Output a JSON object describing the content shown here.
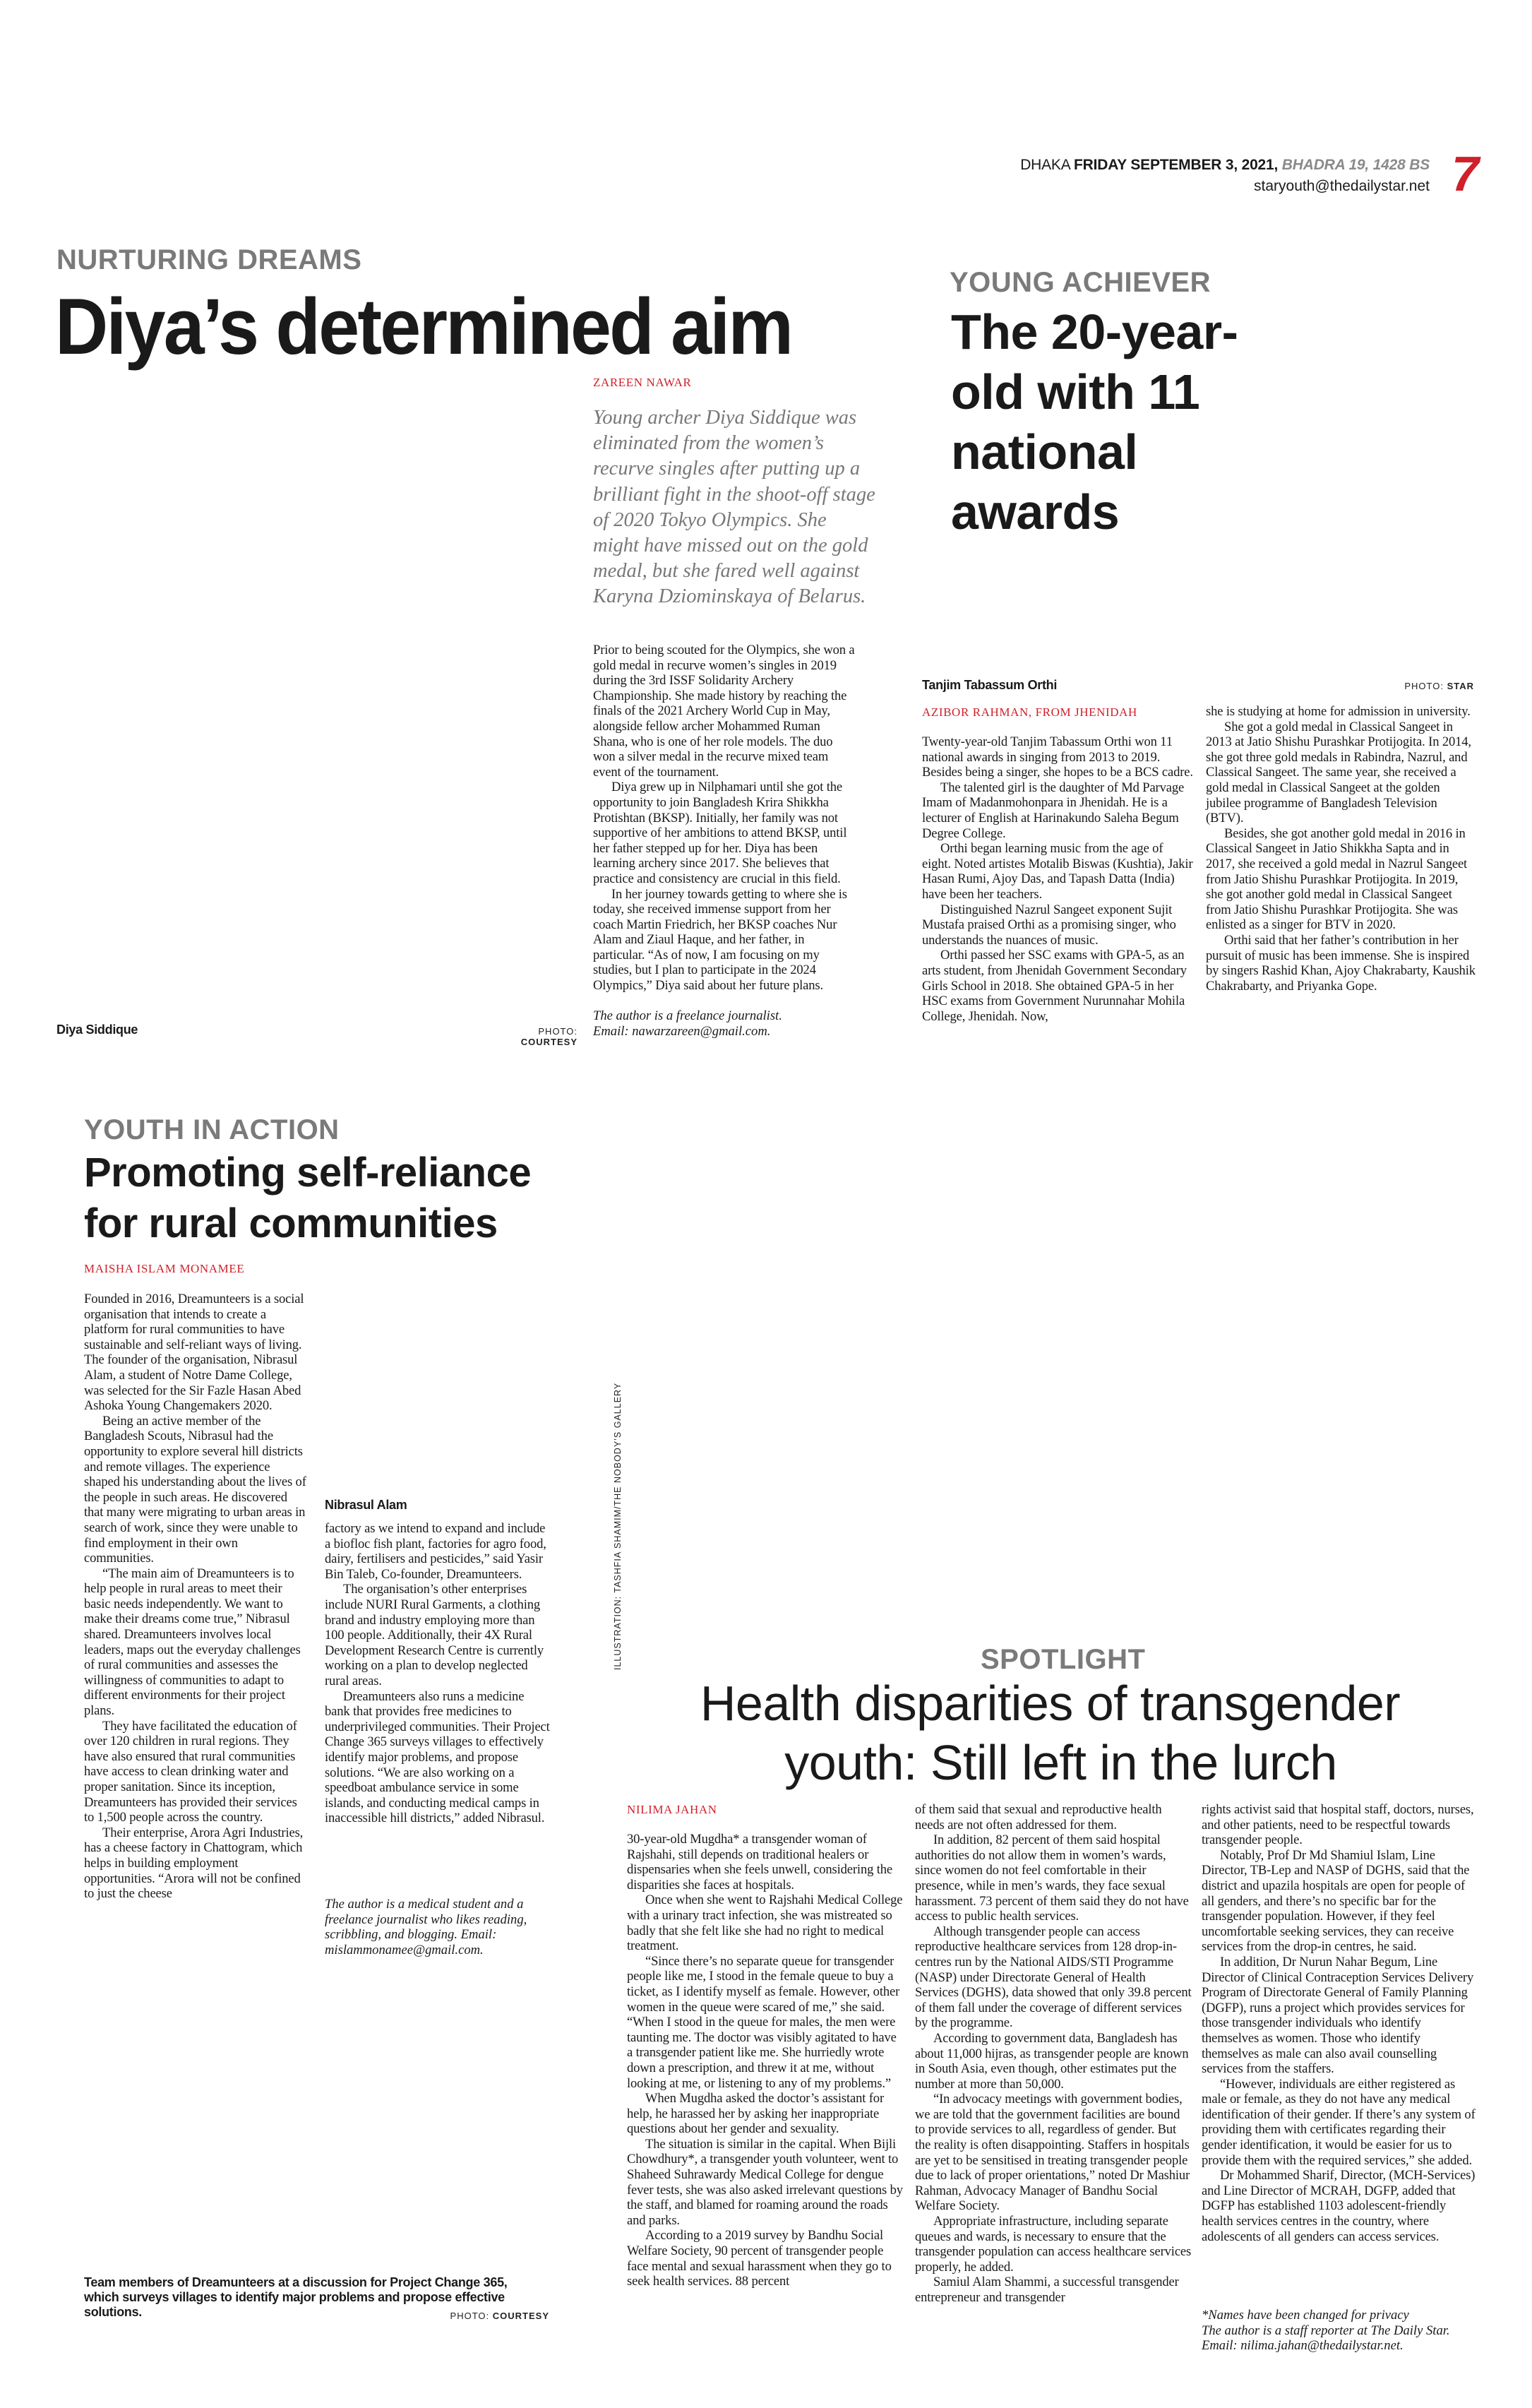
{
  "colors": {
    "accent_red": "#d0202a",
    "kicker_gray": "#7a7a7a",
    "deck_gray": "#777777"
  },
  "header": {
    "city": "DHAKA",
    "date": "FRIDAY SEPTEMBER 3, 2021,",
    "bangla_date": "BHADRA 19, 1428 BS",
    "email": "staryouth@thedailystar.net",
    "page_number": "7"
  },
  "diya": {
    "kicker": "NURTURING DREAMS",
    "headline": "Diya’s determined aim",
    "byline": "ZAREEN NAWAR",
    "deck": "Young archer Diya Siddique was eliminated from the women’s recurve singles after putting up a brilliant fight in the shoot-off stage of 2020 Tokyo Olympics. She might have missed out on the gold medal, but she fared well against Karyna Dziominskaya of Belarus.",
    "body": [
      "Prior to being scouted for the Olympics, she won a gold medal in recurve women’s singles in 2019 during the 3rd ISSF Solidarity Archery Championship. She made history by reaching the finals of the 2021 Archery World Cup in May, alongside fellow archer Mohammed Ruman Shana, who is one of her role models. The duo won a silver medal in the recurve mixed team event of the tournament.",
      "Diya grew up in Nilphamari until she got the opportunity to join Bangladesh Krira Shikkha Protishtan (BKSP). Initially, her family was not supportive of her ambitions to attend BKSP, until her father stepped up for her. Diya has been learning archery since 2017. She believes that practice and consistency are crucial in this field.",
      "In her journey towards getting to where she is today, she received immense support from her coach Martin Friedrich, her BKSP coaches Nur Alam and Ziaul Haque, and her father, in particular.  “As of now, I am focusing on my studies, but I plan to participate in the 2024 Olympics,” Diya said about her future plans."
    ],
    "author_note": "The author is a freelance journalist.",
    "author_email": "Email: nawarzareen@gmail.com.",
    "photo_caption": "Diya Siddique",
    "photo_credit_label": "PHOTO:",
    "photo_credit": "COURTESY"
  },
  "orthi": {
    "kicker": "YOUNG ACHIEVER",
    "headline": "The 20-year-old with 11 national awards",
    "photo_caption": "Tanjim Tabassum Orthi",
    "photo_credit_label": "PHOTO:",
    "photo_credit": "STAR",
    "byline": "AZIBOR RAHMAN, FROM JHENIDAH",
    "col1": [
      "Twenty-year-old Tanjim Tabassum Orthi won 11 national awards in singing from 2013 to 2019. Besides being a singer, she hopes to be a BCS cadre.",
      "The talented girl is the daughter of Md Parvage Imam of Madanmohonpara in Jhenidah. He is a lecturer of English at Harinakundo Saleha Begum Degree College.",
      "Orthi began learning music from the age of eight. Noted artistes Motalib Biswas (Kushtia), Jakir Hasan Rumi, Ajoy Das, and Tapash Datta (India) have been her teachers.",
      "Distinguished Nazrul Sangeet exponent Sujit Mustafa praised Orthi as a promising singer, who understands the nuances of music.",
      "Orthi passed her SSC exams with GPA-5, as an arts student, from Jhenidah Government Secondary Girls School in 2018. She obtained GPA-5 in her HSC exams from Government Nurunnahar Mohila College, Jhenidah. Now,"
    ],
    "col2": [
      "she is studying at home for admission in university.",
      "She got a gold medal in Classical Sangeet in 2013 at Jatio Shishu Purashkar Protijogita. In 2014, she got three gold medals in Rabindra, Nazrul, and Classical Sangeet. The same year, she received a gold medal in Classical Sangeet at the golden jubilee programme of Bangladesh Television (BTV).",
      "Besides, she got another gold medal in 2016 in Classical Sangeet in Jatio Shikkha Sapta and in 2017, she received a gold medal in Nazrul Sangeet from Jatio Shishu Purashkar Protijogita. In 2019, she got another gold medal in Classical Sangeet from Jatio Shishu Purashkar Protijogita. She was enlisted as a singer for BTV in 2020.",
      "Orthi said that her father’s contribution in her pursuit of music has been immense. She is inspired by singers Rashid Khan, Ajoy Chakrabarty, Kaushik Chakrabarty, and Priyanka Gope."
    ]
  },
  "dream": {
    "kicker": "YOUTH IN ACTION",
    "headline_line1": "Promoting self-reliance",
    "headline_line2": "for rural communities",
    "byline": "MAISHA ISLAM MONAMEE",
    "col1": [
      "Founded in 2016, Dreamunteers is a social organisation that intends to create a platform for rural communities to have sustainable and self-reliant ways of living. The founder of the organisation, Nibrasul Alam, a student of Notre Dame College, was selected for the Sir Fazle Hasan Abed Ashoka Young Changemakers 2020.",
      "Being an active member of the Bangladesh Scouts, Nibrasul had the opportunity to explore several hill districts and remote villages. The experience shaped his understanding about the lives of the people in such areas. He discovered that many were migrating to urban areas in search of work, since they were unable to find employment in their own communities.",
      "“The main aim of Dreamunteers is to help people in rural areas to meet their basic needs independently. We want to make their dreams come true,” Nibrasul shared. Dreamunteers involves local leaders, maps out the everyday challenges of rural communities and assesses the willingness of communities to adapt to different environments for their project plans.",
      "They have facilitated the education of over 120 children in rural regions. They have also ensured that rural communities have access to clean drinking water and proper sanitation. Since its inception, Dreamunteers has provided their services to 1,500 people across the country.",
      "Their enterprise, Arora Agri Industries, has a cheese factory in Chattogram, which helps in building employment opportunities. “Arora will not be confined to just the cheese"
    ],
    "photo_caption_nibrasul": "Nibrasul Alam",
    "col2": [
      "factory as we intend to expand and include a biofloc fish plant, factories for agro food, dairy, fertilisers and pesticides,” said Yasir Bin Taleb, Co-founder, Dreamunteers.",
      "The organisation’s other enterprises include NURI Rural Garments, a clothing brand and industry employing more than 100 people. Additionally, their 4X Rural Development Research Centre is currently working on a plan to develop neglected rural areas.",
      "Dreamunteers also runs a medicine bank that provides free medicines to underprivileged communities. Their Project Change 365 surveys villages to effectively identify major problems, and propose solutions. “We are also working on a speedboat ambulance service in some islands, and conducting medical camps in inaccessible hill districts,” added Nibrasul."
    ],
    "author_note": "The author is a medical student and a freelance journalist who likes reading, scribbling, and blogging. Email: mislammonamee@gmail.com.",
    "photo_caption": "Team members of Dreamunteers at a discussion for Project Change 365, which surveys villages to identify major problems and propose effective solutions.",
    "photo_credit_label": "PHOTO:",
    "photo_credit": "COURTESY"
  },
  "illustration_credit": "ILLUSTRATION: TASHFIA SHAMIM/THE NOBODY’S GALLERY",
  "trans": {
    "kicker": "SPOTLIGHT",
    "headline_line1": "Health disparities of transgender",
    "headline_line2": "youth: Still left in the lurch",
    "byline": "NILIMA JAHAN",
    "col1": [
      "30-year-old Mugdha* a transgender woman of Rajshahi, still depends on traditional healers or dispensaries when she feels unwell, considering the disparities she faces at hospitals.",
      "Once when she went to Rajshahi Medical College with a urinary tract infection, she was mistreated so badly that she felt like she had no right to medical treatment.",
      "“Since there’s no separate queue for transgender people like me, I stood in the female queue to buy a ticket, as I identify myself as female. However, other women in the queue were scared of me,” she said. “When I stood in the queue for males, the men were taunting me. The doctor was visibly agitated to have a transgender patient like me. She hurriedly wrote down a prescription, and threw it at me, without looking at me, or listening to any of my problems.”",
      "When Mugdha asked the doctor’s assistant for help, he harassed her by asking her inappropriate questions about her gender and sexuality.",
      "The situation is similar in the capital. When Bijli Chowdhury*, a transgender youth volunteer, went to Shaheed Suhrawardy Medical College for dengue fever tests, she was also asked irrelevant questions by the staff, and blamed for roaming around the roads and parks.",
      "According to a 2019 survey by Bandhu Social Welfare Society, 90 percent of transgender people face mental and sexual harassment when they go to seek health services. 88 percent"
    ],
    "col2": [
      "of them said that sexual and reproductive health needs are not often addressed for them.",
      "In addition, 82 percent of them said hospital authorities do not allow them in women’s wards, since women do not feel comfortable in their presence, while in men’s wards, they face sexual harassment. 73 percent of them said they do not have access to public health services.",
      "Although transgender people can access reproductive healthcare services from 128 drop-in-centres run by the National AIDS/STI Programme (NASP) under Directorate General of Health Services (DGHS), data showed that only 39.8 percent of them fall under the coverage of different services by the programme.",
      "According to government data, Bangladesh has about 11,000 hijras, as transgender people are known in South Asia, even though, other estimates put the number at more than 50,000.",
      "“In advocacy meetings with government bodies, we are told that the government facilities are bound to provide services to all, regardless of gender. But the reality is often disappointing. Staffers in hospitals are yet to be sensitised in treating transgender people due to lack of proper orientations,” noted Dr Mashiur Rahman, Advocacy Manager of Bandhu Social Welfare Society.",
      "Appropriate infrastructure, including separate queues and wards, is necessary to ensure that the transgender population can access healthcare services properly, he added.",
      "Samiul Alam Shammi, a successful transgender entrepreneur and transgender"
    ],
    "col3": [
      "rights activist said that hospital staff, doctors, nurses, and other patients, need to be respectful towards transgender people.",
      "Notably, Prof Dr Md Shamiul Islam, Line Director, TB-Lep and NASP of DGHS, said that the district and upazila hospitals are open for people of all genders, and there’s no specific bar for the transgender population. However, if they feel uncomfortable seeking services, they can receive services from the drop-in centres, he said.",
      "In addition, Dr Nurun Nahar Begum, Line Director of Clinical Contraception Services Delivery Program of Directorate General of Family Planning (DGFP), runs a project which provides services for those transgender individuals who identify themselves as women. Those who identify themselves as male can also avail counselling services from the staffers.",
      "“However, individuals are either registered as male or female, as they do not have any medical identification of their gender. If there’s any system of providing them with certificates regarding their gender identification, it would be easier for us to provide them with the required services,” she added.",
      "Dr Mohammed Sharif, Director, (MCH-Services) and Line Director of MCRAH, DGFP, added that DGFP has established 1103 adolescent-friendly health services centres in the country, where adolescents of all genders can access services."
    ],
    "note_privacy": "*Names have been changed for privacy",
    "note_author": "The author is a staff reporter at The Daily Star.",
    "note_email": "Email: nilima.jahan@thedailystar.net."
  }
}
